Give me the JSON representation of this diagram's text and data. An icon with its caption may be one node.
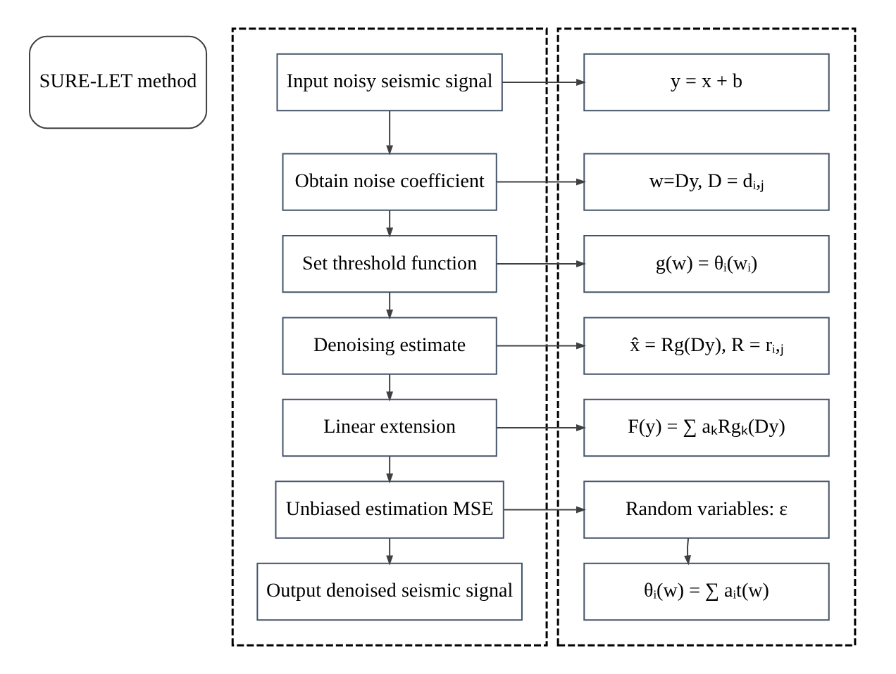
{
  "diagram": {
    "nodes": [
      {
        "text": [
          "SURE-LET method"
        ]
      },
      {
        "text": [],
        "shape": "box"
      },
      {
        "text": [
          "Input noisy seismic signal"
        ],
        "in": 1
      },
      {
        "text": [
          "Obtain noise coefficient"
        ],
        "in": 1
      },
      {
        "text": [
          "Set threshold function"
        ],
        "in": 1
      },
      {
        "text": [
          "Denoising estimate"
        ],
        "in": 1
      },
      {
        "text": [
          "Linear extension"
        ],
        "in": 1
      },
      {
        "text": [
          "Unbiased estimation MSE"
        ],
        "in": 1
      },
      {
        "text": [
          "Output denoised seismic signal"
        ],
        "in": 1
      },
      {
        "text": [],
        "shape": "box"
      },
      {
        "text": [
          "y = x + b"
        ],
        "in": 9
      },
      {
        "text": [
          "w=Dy, D = dᵢ,ⱼ"
        ],
        "in": 9
      },
      {
        "text": [
          "g(w) = θᵢ(wᵢ)"
        ],
        "in": 9
      },
      {
        "text": [
          "x̂ = Rg(Dy), R = rᵢ,ⱼ"
        ],
        "in": 9
      },
      {
        "text": [
          "F(y) = ∑ aₖRgₖ(Dy)"
        ],
        "in": 9
      },
      {
        "text": [
          "Random variables: ε"
        ],
        "in": 9
      },
      {
        "text": [
          "θᵢ(w) = ∑ aᵢt(w)"
        ],
        "in": 9
      }
    ],
    "edges": [
      {
        "from": 2,
        "to": 3,
        "arrow": "to"
      },
      {
        "from": 3,
        "to": 4,
        "arrow": "to"
      },
      {
        "from": 4,
        "to": 5,
        "arrow": "to"
      },
      {
        "from": 5,
        "to": 6,
        "arrow": "to"
      },
      {
        "from": 6,
        "to": 7,
        "arrow": "to"
      },
      {
        "from": 7,
        "to": 8,
        "arrow": "to"
      },
      {
        "from": 2,
        "to": 10,
        "arrow": "to"
      },
      {
        "from": 3,
        "to": 11,
        "arrow": "to"
      },
      {
        "from": 4,
        "to": 12,
        "arrow": "to"
      },
      {
        "from": 5,
        "to": 13,
        "arrow": "to"
      },
      {
        "from": 6,
        "to": 14,
        "arrow": "to"
      },
      {
        "from": 7,
        "to": 15,
        "arrow": "to"
      },
      {
        "from": 15,
        "to": 16,
        "arrow": "to"
      }
    ]
  }
}
